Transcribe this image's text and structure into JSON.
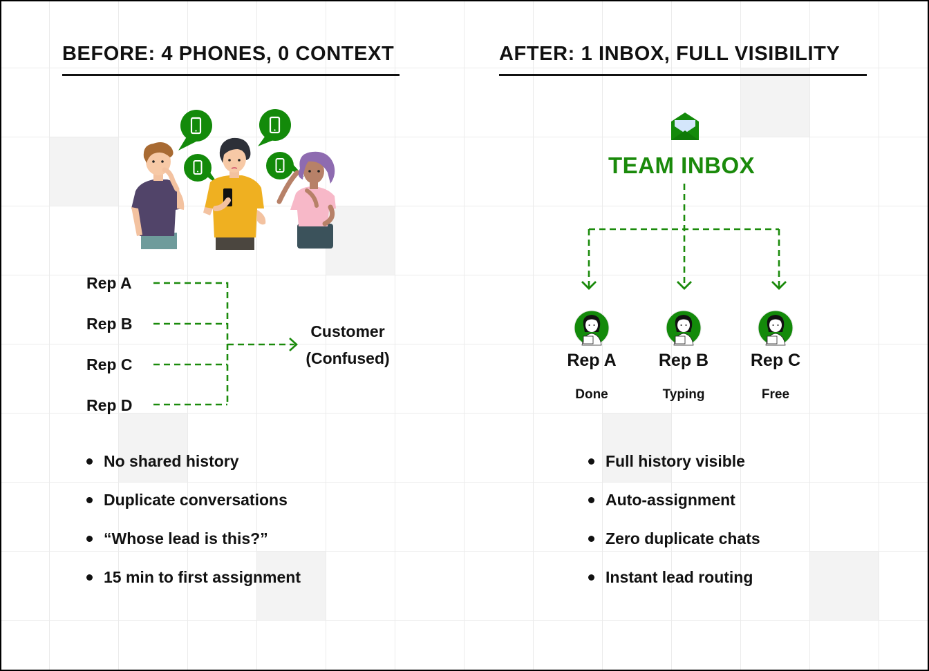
{
  "colors": {
    "accent_green": "#1a8a0b",
    "text": "#111111",
    "grid_line": "#ebebeb",
    "shaded_cell": "#f3f3f3"
  },
  "before": {
    "heading": "BEFORE: 4 PHONES, 0 CONTEXT",
    "illustration": {
      "people": [
        "confused-man-curly-hair",
        "man-holding-phone",
        "woman-purple-hair"
      ],
      "speech_bubble_icon": "smartphone-icon",
      "speech_bubble_count": 4
    },
    "reps": [
      "Rep A",
      "Rep B",
      "Rep C",
      "Rep D"
    ],
    "target": {
      "line1": "Customer",
      "line2": "(Confused)"
    },
    "bullets": [
      "No shared history",
      "Duplicate conversations",
      "“Whose lead is this?”",
      "15 min to first assignment"
    ]
  },
  "after": {
    "heading": "AFTER: 1 INBOX, FULL VISIBILITY",
    "inbox_icon": "open-envelope-icon",
    "inbox_label": "TEAM INBOX",
    "agents": [
      {
        "name": "Rep A",
        "status": "Done",
        "avatar": "agent-avatar-icon"
      },
      {
        "name": "Rep B",
        "status": "Typing",
        "avatar": "agent-avatar-icon"
      },
      {
        "name": "Rep C",
        "status": "Free",
        "avatar": "agent-avatar-icon"
      }
    ],
    "bullets": [
      "Full history visible",
      "Auto-assignment",
      "Zero duplicate chats",
      "Instant lead routing"
    ]
  }
}
